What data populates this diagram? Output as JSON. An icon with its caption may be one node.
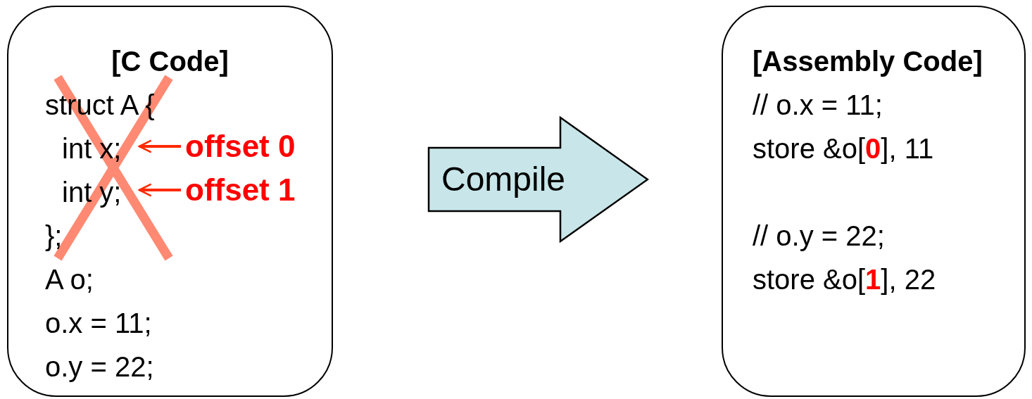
{
  "diagram": {
    "nodes": [
      {
        "text": [
          "[C Code]",
          "struct A {",
          "int x;",
          "int y;",
          "};",
          "A o;",
          "o.x = 11;",
          "o.y = 22;"
        ]
      },
      {
        "text": [
          "offset 0"
        ],
        "in": 0
      },
      {
        "text": [
          "offset 1"
        ],
        "in": 0
      },
      {
        "text": [
          "Compile"
        ]
      },
      {
        "text": [
          "[Assembly Code]",
          "// o.x = 11;",
          "store &o[**0**], 11",
          "// o.y = 22;",
          "store &o[**1**], 22"
        ]
      }
    ],
    "edges": [
      {
        "from": 1,
        "to": null,
        "arrow": "to"
      },
      {
        "from": 2,
        "to": null,
        "arrow": "to"
      }
    ]
  }
}
